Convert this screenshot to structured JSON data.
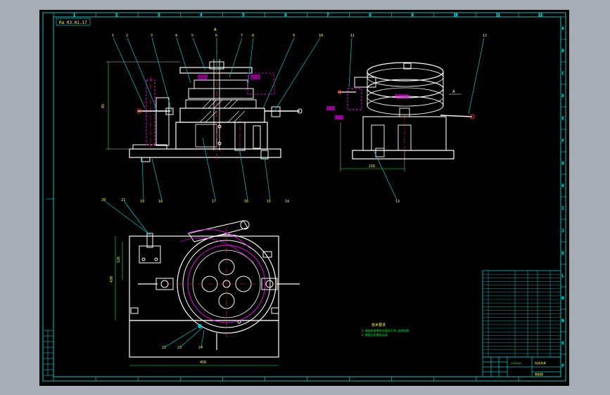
{
  "drawing": {
    "title_tag": "Ra 03.01.17",
    "side_label_top": "A",
    "side_label_view": "A",
    "tech_req_title": "技术要求",
    "tech_req_line1": "1.装配前各零件须清洗干净,去除毛刺",
    "tech_req_line2": "2.装配后检查各运动",
    "dim_h_front": "85",
    "dim_w_side": "216",
    "dim_plan_h1": "126",
    "dim_plan_h2": "430",
    "dim_plan_w": "450",
    "title_block_name": "钻床夹具",
    "title_block_sub": "装配图",
    "title_block_no": "XXXXXXX"
  },
  "callouts_front": [
    "1",
    "2",
    "3",
    "4",
    "5",
    "6",
    "7",
    "8",
    "9",
    "10"
  ],
  "callouts_side": [
    "11",
    "12"
  ],
  "callouts_bottom_front": [
    "19",
    "18",
    "17",
    "16",
    "15",
    "14"
  ],
  "callouts_bottom_side": [
    "13"
  ],
  "callouts_plan": [
    "20",
    "21",
    "22",
    "23",
    "24"
  ],
  "grid_top_numbers": [
    "1",
    "2",
    "3",
    "4",
    "5",
    "6",
    "7",
    "8",
    "9",
    "10",
    "11",
    "12"
  ],
  "grid_side_letters": [
    "A",
    "B",
    "C",
    "D",
    "E",
    "F",
    "G",
    "H",
    "I",
    "J",
    "K",
    "L",
    "M",
    "N",
    "O",
    "P"
  ],
  "colors": {
    "frame": "#00c8c8",
    "drawing": "#ffffff",
    "accent": "#ff00ff",
    "centerline": "#ff2020",
    "dim": "#00ff40",
    "text": "#ffff60",
    "background": "#000000",
    "chrome": "#a7aeb6"
  }
}
